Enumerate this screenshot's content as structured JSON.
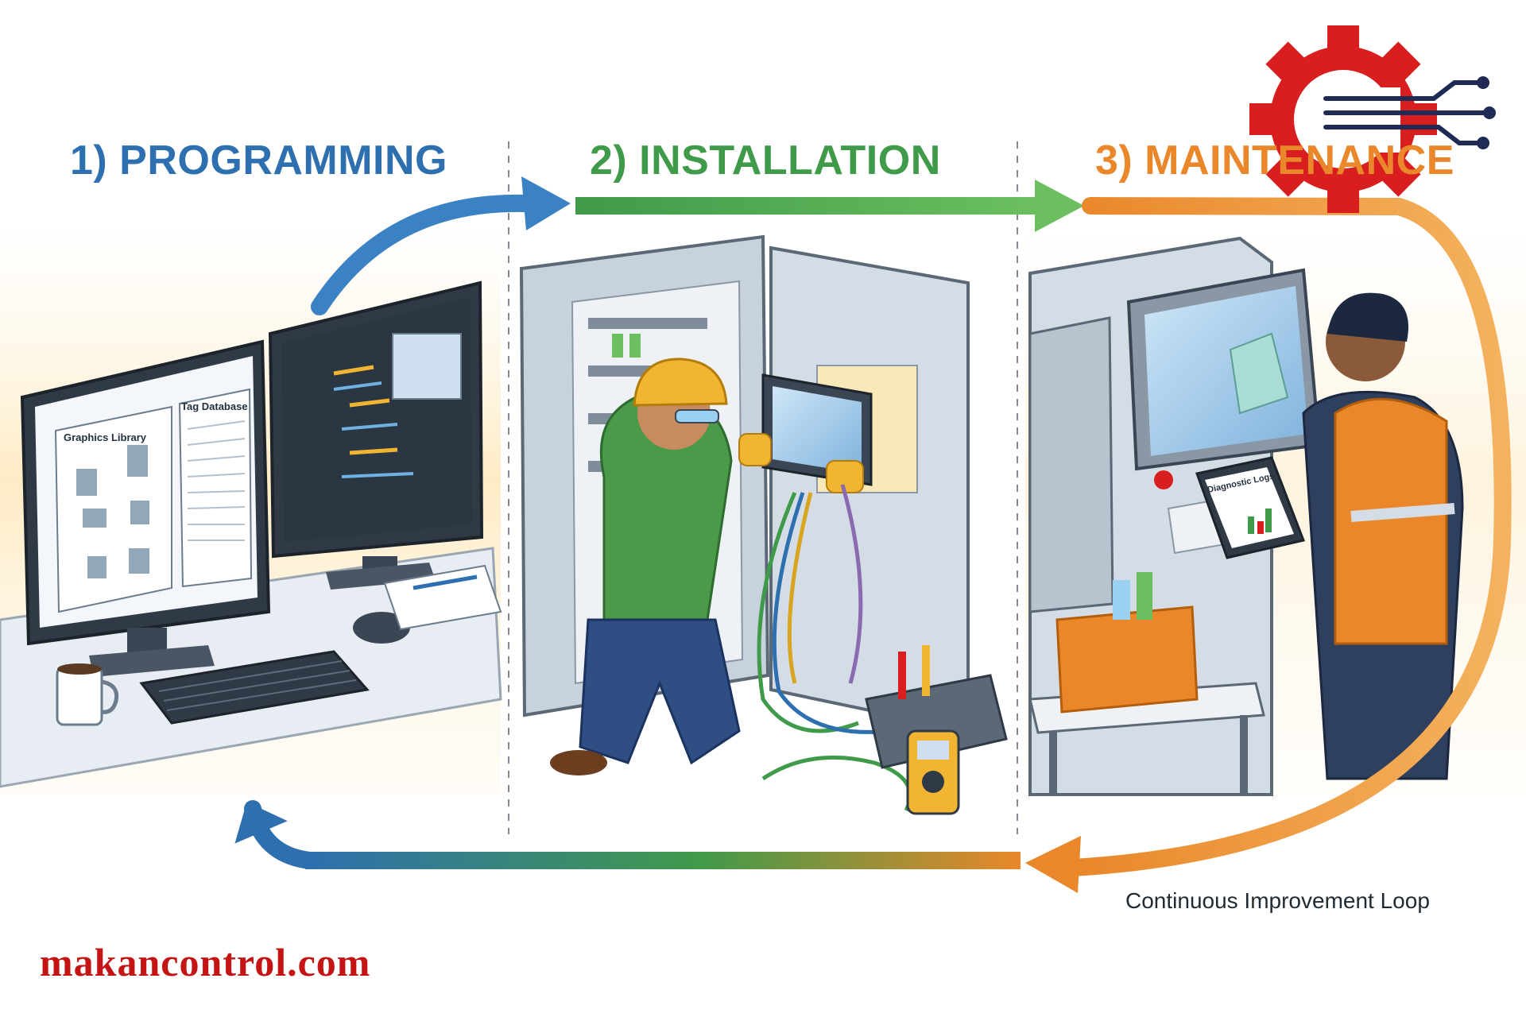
{
  "headings": {
    "programming": "1) PROGRAMMING",
    "installation": "2) INSTALLATION",
    "maintenance": "3) MAINTENANCE"
  },
  "screens": {
    "graphics_library": "Graphics Library",
    "tag_database": "Tag Database",
    "diagnostic_logs": "Diagnostic Logs"
  },
  "loop_caption": "Continuous Improvement Loop",
  "site_url": "makancontrol.com",
  "colors": {
    "programming": "#2e6fb0",
    "installation": "#3f9a4a",
    "maintenance": "#e9872a",
    "brand_red": "#d81e1e",
    "logo_navy": "#1f2a55"
  },
  "icons": [
    "monitor-icon",
    "keyboard-icon",
    "mouse-icon",
    "coffee-mug-icon",
    "notepad-icon",
    "electrical-cabinet-icon",
    "hard-hat-icon",
    "hmi-panel-icon",
    "toolbox-icon",
    "multimeter-icon",
    "cable-icon",
    "tablet-icon",
    "gear-circuit-logo-icon"
  ]
}
